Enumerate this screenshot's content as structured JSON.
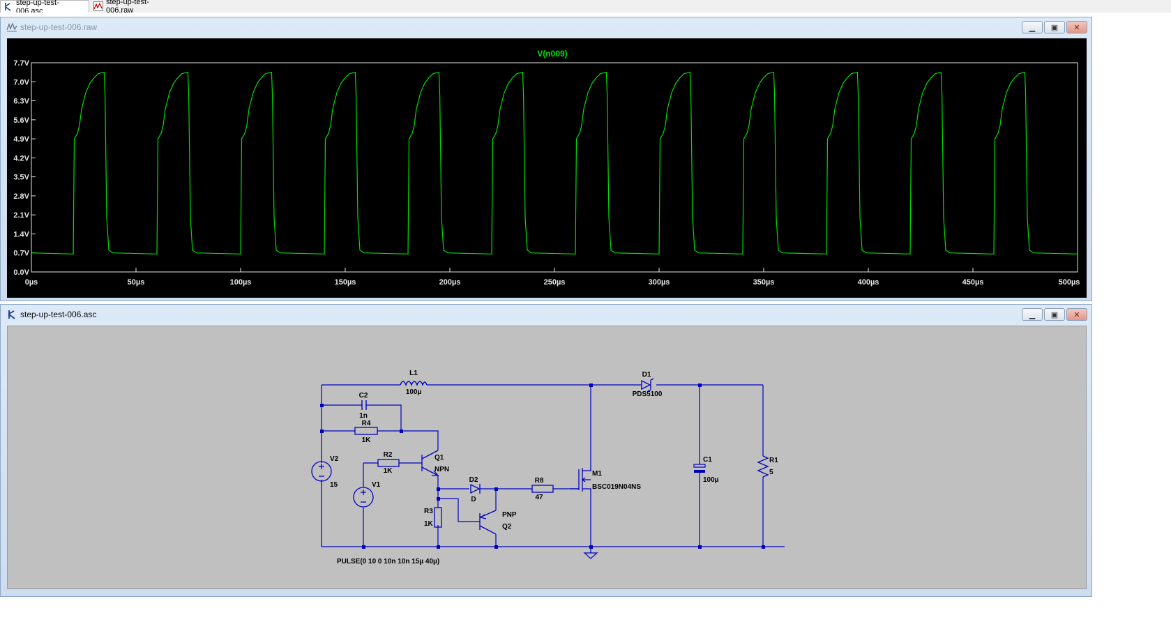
{
  "tabs": [
    {
      "label": "step-up-test-006.asc",
      "icon": "schematic-icon",
      "active": true
    },
    {
      "label": "step-up-test-006.raw",
      "icon": "waveform-icon",
      "active": false
    }
  ],
  "waveform_window": {
    "title": "step-up-test-006.raw",
    "trace_label": "V(n009)",
    "trace_color": "#00e000",
    "background": "#000000"
  },
  "schematic_window": {
    "title": "step-up-test-006.asc",
    "wire_color": "#0000c0",
    "background": "#c0c0c0",
    "components": {
      "L1": {
        "name": "L1",
        "value": "100µ"
      },
      "D1": {
        "name": "D1",
        "value": "PDS5100"
      },
      "C2": {
        "name": "C2",
        "value": "1n"
      },
      "R4": {
        "name": "R4",
        "value": "1K"
      },
      "R2": {
        "name": "R2",
        "value": "1K"
      },
      "Q1": {
        "name": "Q1",
        "value": "NPN"
      },
      "V2": {
        "name": "V2",
        "value": "15"
      },
      "V1": {
        "name": "V1",
        "value": "PULSE(0 10 0 10n 10n 15µ 40µ)"
      },
      "D2": {
        "name": "D2",
        "value": "D"
      },
      "R8": {
        "name": "R8",
        "value": "47"
      },
      "M1": {
        "name": "M1",
        "value": "BSC019N04NS"
      },
      "R3": {
        "name": "R3",
        "value": "1K"
      },
      "Q2": {
        "name": "Q2",
        "value": "PNP"
      },
      "C1": {
        "name": "C1",
        "value": "100µ"
      },
      "R1": {
        "name": "R1",
        "value": "5"
      }
    }
  },
  "chart_data": {
    "type": "line",
    "title": "V(n009)",
    "xlabel": "",
    "ylabel": "",
    "xlim": [
      0,
      500
    ],
    "ylim": [
      0,
      7.7
    ],
    "x_ticks": [
      "0µs",
      "50µs",
      "100µs",
      "150µs",
      "200µs",
      "250µs",
      "300µs",
      "350µs",
      "400µs",
      "450µs",
      "500µs"
    ],
    "y_ticks": [
      "0.0V",
      "0.7V",
      "1.4V",
      "2.1V",
      "2.8V",
      "3.5V",
      "4.2V",
      "4.9V",
      "5.6V",
      "6.3V",
      "7.0V",
      "7.7V"
    ],
    "grid": false,
    "series": [
      {
        "name": "V(n009)",
        "color": "#00e000",
        "period_us": 40,
        "pulse_cycle": {
          "x": [
            0,
            0.5,
            2,
            3,
            4,
            6,
            8,
            10,
            12,
            14.8,
            15.2,
            16,
            17,
            19,
            40
          ],
          "y": [
            0.66,
            4.9,
            5.1,
            5.4,
            6.0,
            6.6,
            6.95,
            7.15,
            7.3,
            7.35,
            6.5,
            2.0,
            0.8,
            0.7,
            0.66
          ]
        },
        "first_pulse_start_us": 20,
        "baseline_start_y": 0.7
      }
    ]
  }
}
